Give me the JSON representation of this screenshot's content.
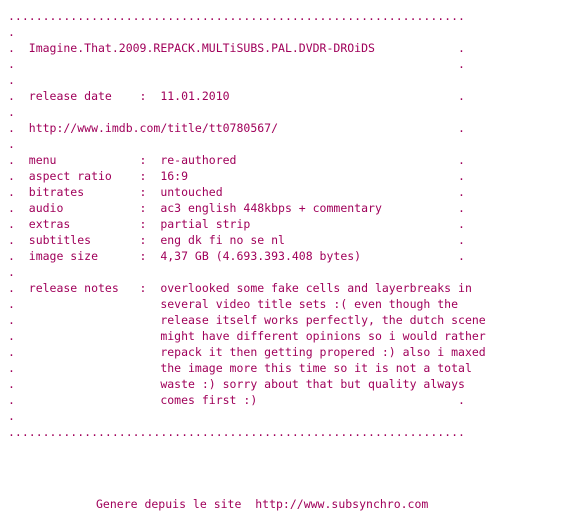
{
  "nfo": {
    "lines": [
      "..................................................................",
      ".",
      ".  Imagine.That.2009.REPACK.MULTiSUBS.PAL.DVDR-DROiDS            .",
      ".                                                                .",
      ".",
      ".  release date    :  11.01.2010                                 .",
      ".",
      ".  http://www.imdb.com/title/tt0780567/                          .",
      ".",
      ".  menu            :  re-authored                                .",
      ".  aspect ratio    :  16:9                                       .",
      ".  bitrates        :  untouched                                  .",
      ".  audio           :  ac3 english 448kbps + commentary           .",
      ".  extras          :  partial strip                              .",
      ".  subtitles       :  eng dk fi no se nl                         .",
      ".  image size      :  4,37 GB (4.693.393.408 bytes)              .",
      ".",
      ".  release notes   :  overlooked some fake cells and layerbreaks in",
      ".                     several video title sets :( even though the",
      ".                     release itself works perfectly, the dutch scene",
      ".                     might have different opinions so i would rather",
      ".                     repack it then getting propered :) also i maxed",
      ".                     the image more this time so it is not a total",
      ".                     waste :) sorry about that but quality always",
      ".                     comes first :)                             .",
      ".",
      ".................................................................."
    ]
  },
  "footer": {
    "text": "Genere depuis le site  http://www.subsynchro.com"
  },
  "colors": {
    "text": "#a0005a",
    "background": "#ffffff"
  }
}
